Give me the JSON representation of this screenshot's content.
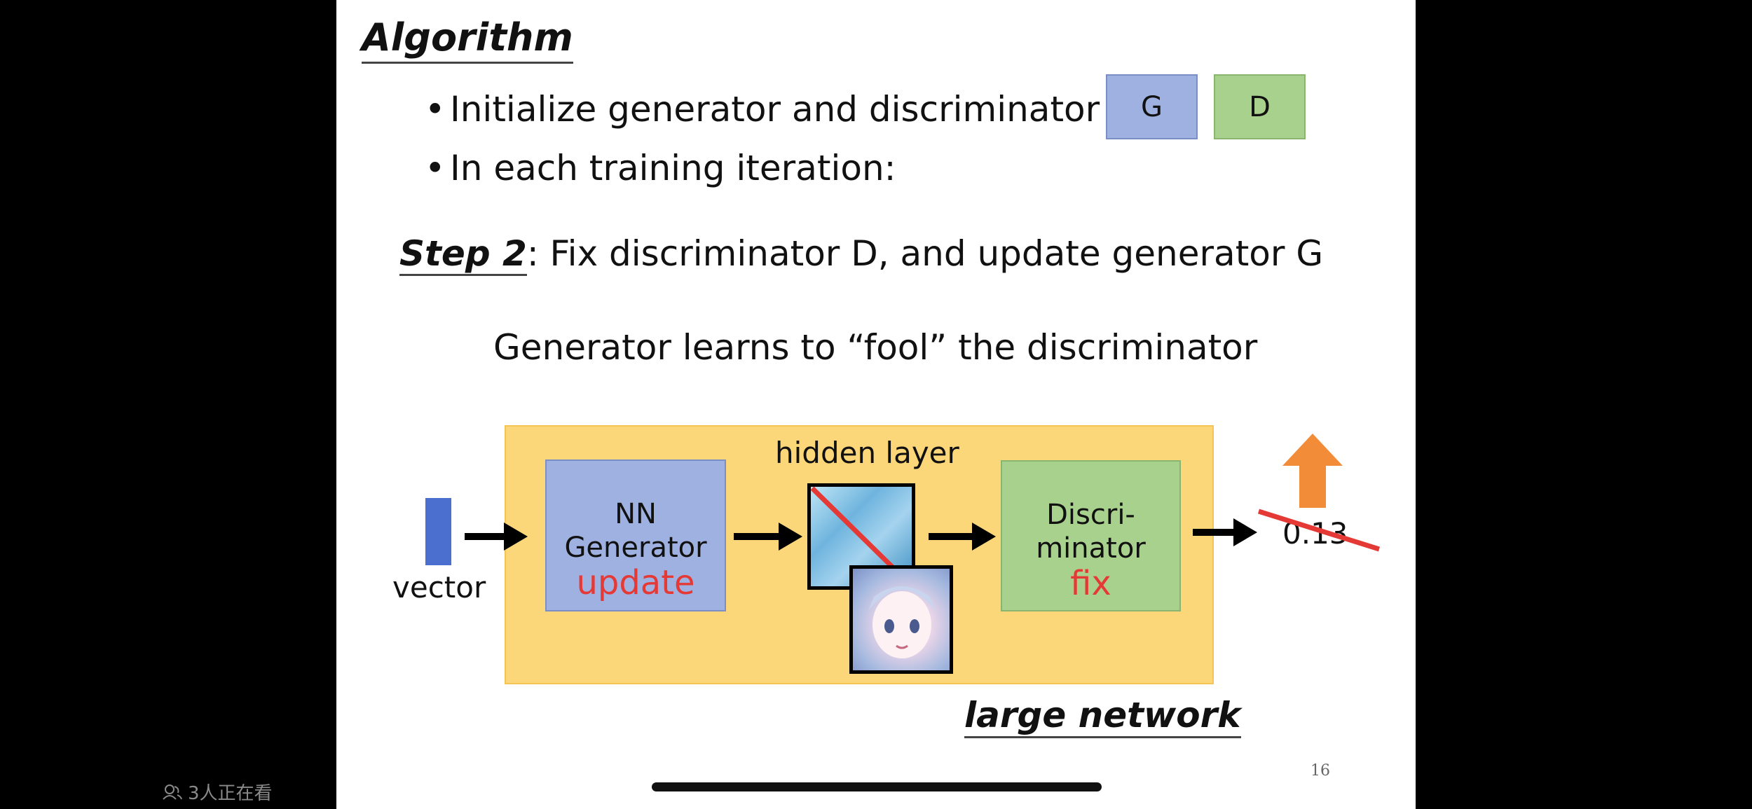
{
  "slide": {
    "title": "Algorithm",
    "bullets": [
      "Initialize generator and discriminator",
      "In each training iteration:"
    ],
    "bullet_glyph": "•",
    "g_box_label": "G",
    "d_box_label": "D",
    "step_label": "Step 2",
    "step_text": ": Fix discriminator D, and update generator G",
    "subtitle": "Generator learns to “fool” the discriminator",
    "diagram": {
      "vector_label": "vector",
      "generator_line1": "NN",
      "generator_line2": "Generator",
      "generator_status": "update",
      "hidden_layer_label": "hidden layer",
      "discriminator_line1": "Discri-",
      "discriminator_line2": "minator",
      "discriminator_status": "fix",
      "score": "0.13",
      "network_label": "large network"
    },
    "page_number": "16"
  },
  "overlay": {
    "viewer_count": "3人正在看"
  },
  "colors": {
    "generator_fill": "#9fb1e0",
    "discriminator_fill": "#a9d18e",
    "network_fill": "#fbd779",
    "status_red": "#e53935",
    "up_arrow_orange": "#f28c38"
  }
}
